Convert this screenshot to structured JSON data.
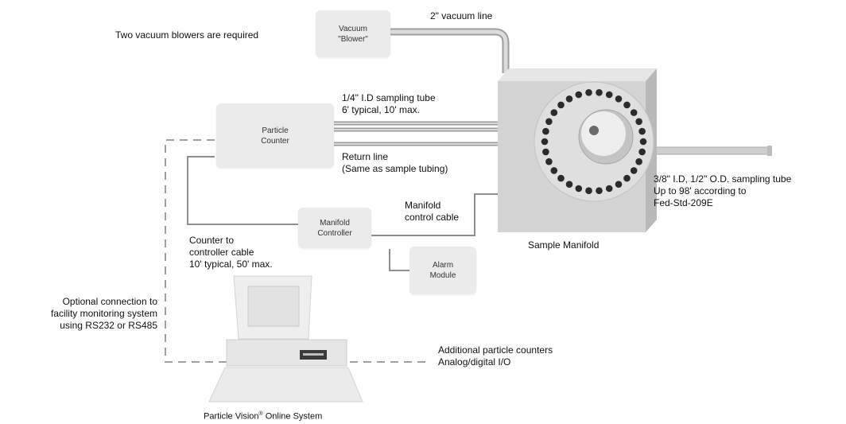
{
  "boxes": {
    "vacuum_blower": "Vacuum\n\"Blower\"",
    "particle_counter": "Particle\nCounter",
    "manifold_controller": "Manifold\nController",
    "alarm_module": "Alarm\nModule"
  },
  "labels": {
    "two_blowers": "Two vacuum blowers are required",
    "vacuum_line": "2\" vacuum line",
    "sampling_tube": "1/4\" I.D sampling tube\n6' typical, 10' max.",
    "return_line": "Return line\n(Same as sample tubing)",
    "manifold_control_cable": "Manifold\ncontrol cable",
    "sample_manifold": "Sample Manifold",
    "manifold_tube": "3/8\" I.D, 1/2\" O.D. sampling tube\nUp to 98' according to\nFed-Std-209E",
    "counter_controller_cable": "Counter to\ncontroller cable\n10' typical, 50' max.",
    "optional_connection": "Optional connection to\nfacility monitoring system\nusing RS232 or RS485",
    "additional_counters": "Additional particle counters\nAnalog/digital I/O",
    "system_name": "Particle Vision",
    "system_name_mark": "®",
    "system_name_suffix": " Online System"
  },
  "colors": {
    "box_fill": "#ebebeb",
    "tube": "#bcbcbc",
    "manifold": "#d9d9d9",
    "port": "#2b2b2b",
    "cable": "#8f8f8f",
    "dashed": "#9a9a9a"
  }
}
